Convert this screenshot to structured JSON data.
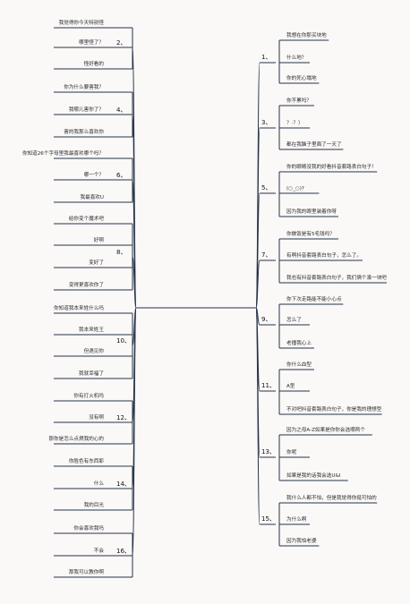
{
  "left_branches": [
    {
      "number": "2、",
      "items": [
        "我觉得你今天特别怪",
        "哪里怪了？",
        "怪好看的"
      ]
    },
    {
      "number": "4、",
      "items": [
        "你为什么要害我？",
        "我哪儿害你了？",
        "害的我那么喜欢你"
      ]
    },
    {
      "number": "6、",
      "items": [
        "你知道26个字母里我最喜欢哪个吗？",
        "哪一个？",
        "我最喜欢U"
      ]
    },
    {
      "number": "8、",
      "items": [
        "给你变个魔术吧",
        "好啊",
        "变好了",
        "变得更喜欢你了"
      ]
    },
    {
      "number": "10、",
      "items": [
        "你知道我本来姓什么吗",
        "我本来姓王",
        "但遇见你",
        "我就幸福了"
      ]
    },
    {
      "number": "12、",
      "items": [
        "你有打火机吗",
        "没有啊",
        "那你是怎么点燃我的心的"
      ]
    },
    {
      "number": "14、",
      "items": [
        "你脸色有东西耶",
        "什么",
        "我的目光"
      ]
    },
    {
      "number": "16、",
      "items": [
        "你会喜欢我吗",
        "不会",
        "那我可以教你啊"
      ]
    }
  ],
  "right_branches": [
    {
      "number": "1、",
      "items": [
        "我想在你那买块地",
        "什么地？",
        "你的死心塌地"
      ]
    },
    {
      "number": "3、",
      "items": [
        "你不累吗？",
        "？·？）",
        "都在我脑子里面了一天了"
      ]
    },
    {
      "number": "5、",
      "items": [
        "你的眼睛没我的好看抖音套路表白句子！",
        "(○_○)?",
        "因为我的眼里装着你呀"
      ]
    },
    {
      "number": "7、",
      "items": [
        "你做饭是有5毛钱吗？",
        "有啊抖音套路表白句子，怎么了。",
        "我也有抖音套路表白句子，我们俩个凑一块吧"
      ]
    },
    {
      "number": "9、",
      "items": [
        "你下次走路能不能小心点",
        "怎么了",
        "老撞我心上"
      ]
    },
    {
      "number": "11、",
      "items": [
        "你什么血型",
        "A型",
        "不对吧抖音套路表白句子，你是我的理想型"
      ]
    },
    {
      "number": "13、",
      "items": [
        "因为之母A-Z如果是你你会选哪两个",
        "你呢",
        "如果是我的话我会选U&I"
      ]
    },
    {
      "number": "15、",
      "items": [
        "我什么人都不怕，但是我觉得你挺可怕的",
        "为什么啊",
        "因为我怕老婆"
      ]
    }
  ]
}
